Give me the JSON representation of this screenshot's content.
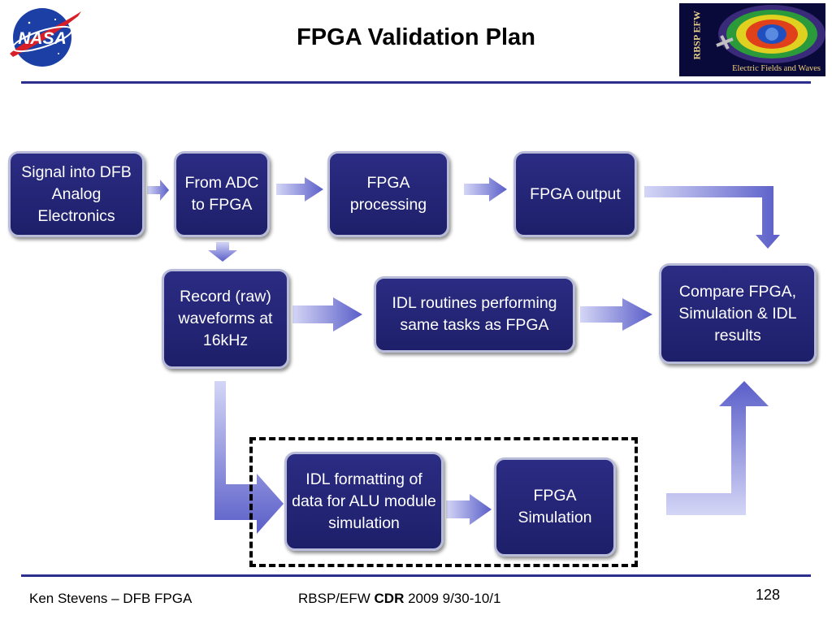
{
  "slide": {
    "title": "FPGA Validation Plan",
    "page_number": "128"
  },
  "logos": {
    "nasa_text": "NASA",
    "rbsp_vertical": "RBSP EFW",
    "rbsp_caption": "Electric Fields and Waves"
  },
  "diagram": {
    "nodes": {
      "signal": "Signal into DFB Analog Electronics",
      "adc": "From ADC to FPGA",
      "fpga_processing": "FPGA processing",
      "fpga_output": "FPGA output",
      "record": "Record (raw) waveforms at 16kHz",
      "idl_routines": "IDL routines performing same tasks as FPGA",
      "compare": "Compare FPGA, Simulation & IDL results",
      "idl_formatting": "IDL formatting of data for ALU module simulation",
      "fpga_simulation": "FPGA Simulation"
    }
  },
  "footer": {
    "author": "Ken Stevens – DFB FPGA",
    "review_prefix": "RBSP/EFW ",
    "review_bold": "CDR",
    "review_dates": " 2009 9/30-10/1"
  },
  "colors": {
    "box_fill": "#23247a",
    "box_border": "#b9bcd8",
    "arrow_fill": "#6b6fd0",
    "rule": "#2c2f8c"
  }
}
